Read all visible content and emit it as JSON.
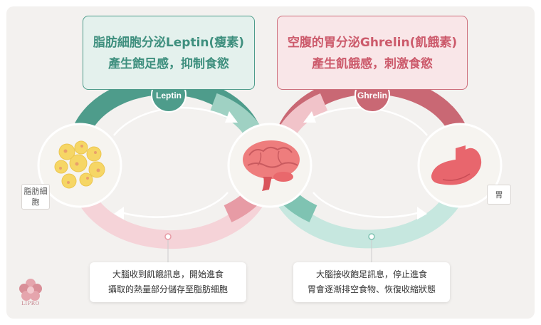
{
  "top_left_box": {
    "line1": "脂肪細胞分泌Leptin(瘦素)",
    "line2": "產生飽足感，抑制食慾"
  },
  "top_right_box": {
    "line1": "空腹的胃分泌Ghrelin(飢餓素)",
    "line2": "產生飢餓感，刺激食慾"
  },
  "badges": {
    "leptin": "Leptin",
    "ghrelin": "Ghrelin"
  },
  "bottom_left_box": {
    "line1": "大腦收到飢餓訊息，開始進食",
    "line2": "攝取的熱量部分儲存至脂肪細胞"
  },
  "bottom_right_box": {
    "line1": "大腦接收飽足訊息，停止進食",
    "line2": "胃會逐漸排空食物、恢復收縮狀態"
  },
  "labels": {
    "fat_cell": "脂肪細胞",
    "stomach": "胃"
  },
  "logo": {
    "text": "LIPRO"
  },
  "colors": {
    "leptin_dark": "#4e9c8b",
    "leptin_light": "#9fd1c3",
    "ghrelin_dark": "#c96874",
    "ghrelin_light": "#f1c3c9",
    "pale_teal": "#c6e7df",
    "pale_pink": "#f5d3d8"
  }
}
